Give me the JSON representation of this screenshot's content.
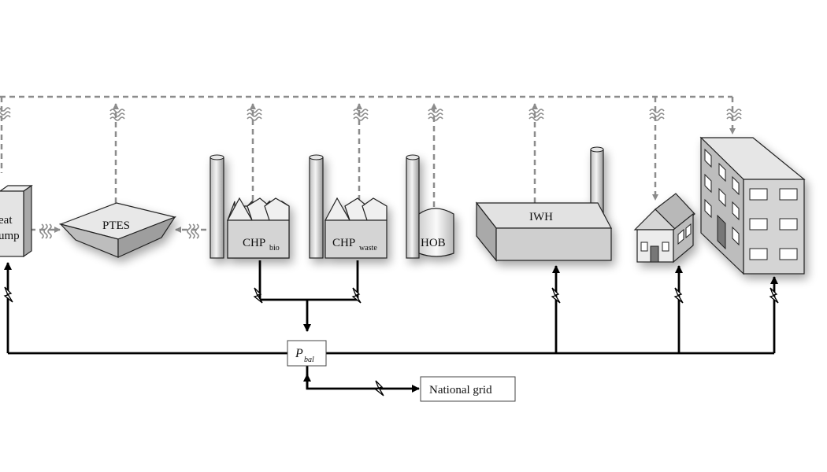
{
  "components": {
    "heat_pump": {
      "label_line1": "eat",
      "label_line2": "ump"
    },
    "ptes": {
      "label": "PTES"
    },
    "chp_bio": {
      "label": "CHP",
      "subscript": "bio"
    },
    "chp_waste": {
      "label": "CHP",
      "subscript": "waste"
    },
    "hob": {
      "label": "HOB"
    },
    "iwh": {
      "label": "IWH"
    }
  },
  "balance_node": {
    "label": "P",
    "subscript": "bal"
  },
  "national_grid": {
    "label": "National grid"
  },
  "colors": {
    "heat_flow": "#8c8c8c",
    "power_flow": "#000000",
    "fill": "#d9d9d9"
  }
}
